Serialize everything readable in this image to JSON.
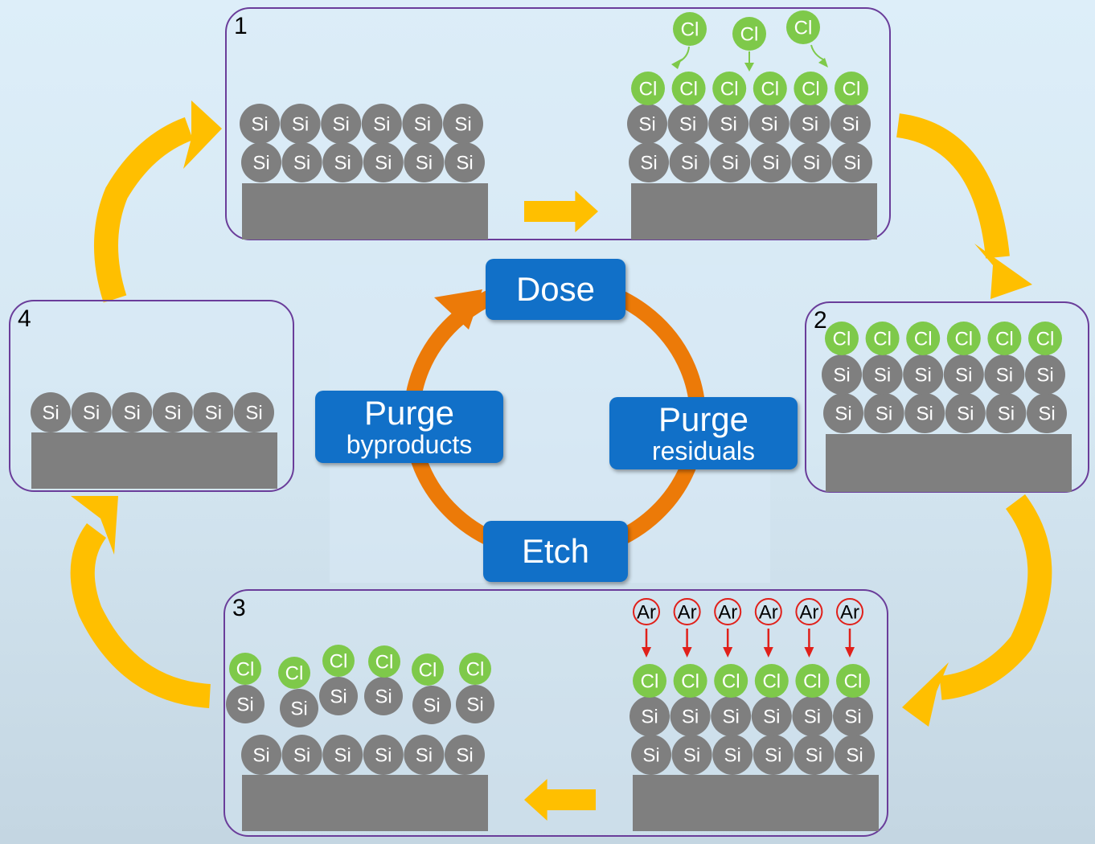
{
  "diagram": {
    "title": "Atomic layer etching cycle of silicon with chlorine and argon",
    "colors": {
      "silicon": "#7f7f7f",
      "chlorine": "#7ec94a",
      "argon_outline": "#e0201a",
      "argon_arrow": "#e0201a",
      "cycle_arrow": "#ffbf00",
      "inner_cycle_arrow": "#ec7a08",
      "step_box": "#1170c8",
      "panel_border": "#6a3d9a"
    },
    "atoms": {
      "si": "Si",
      "cl": "Cl",
      "ar": "Ar"
    },
    "panels": [
      {
        "number": "1",
        "description": "Si surface dosed with Cl; Cl adsorbs on top Si layer"
      },
      {
        "number": "2",
        "description": "Chlorinated Si surface after purge"
      },
      {
        "number": "3",
        "description": "Ar ion bombardment removes SiCl from top layer"
      },
      {
        "number": "4",
        "description": "One Si layer removed"
      }
    ],
    "steps": [
      {
        "main": "Dose",
        "sub": ""
      },
      {
        "main": "Purge",
        "sub": "residuals"
      },
      {
        "main": "Etch",
        "sub": ""
      },
      {
        "main": "Purge",
        "sub": "byproducts"
      }
    ]
  }
}
